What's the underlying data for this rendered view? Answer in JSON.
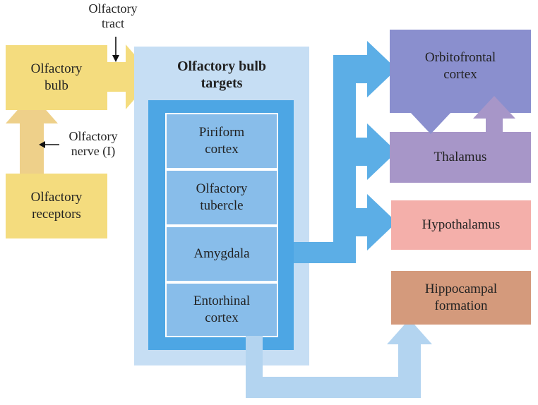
{
  "colors": {
    "yellow": "#F4DC7E",
    "yellow_arrow": "#EED08A",
    "targets_bg": "#C6DEF4",
    "targets_blue": "#4DA6E4",
    "target_cell": "#88BDEA",
    "orbitofrontal": "#8A8FCE",
    "thalamus": "#A796C8",
    "hypothalamus": "#F4AFAA",
    "hippocampal": "#D49A7C",
    "arrow_blue": "#5CAEE6",
    "arrow_light": "#B3D4F0"
  },
  "left": {
    "bulb": "Olfactory\nbulb",
    "receptors": "Olfactory\nreceptors",
    "tract_label": "Olfactory\ntract",
    "nerve_label": "Olfactory\nnerve (I)"
  },
  "targets": {
    "title": "Olfactory bulb\ntargets",
    "items": [
      "Piriform\ncortex",
      "Olfactory\ntubercle",
      "Amygdala",
      "Entorhinal\ncortex"
    ]
  },
  "outputs": {
    "orbitofrontal": "Orbitofrontal\ncortex",
    "thalamus": "Thalamus",
    "hypothalamus": "Hypothalamus",
    "hippocampal": "Hippocampal\nformation"
  }
}
